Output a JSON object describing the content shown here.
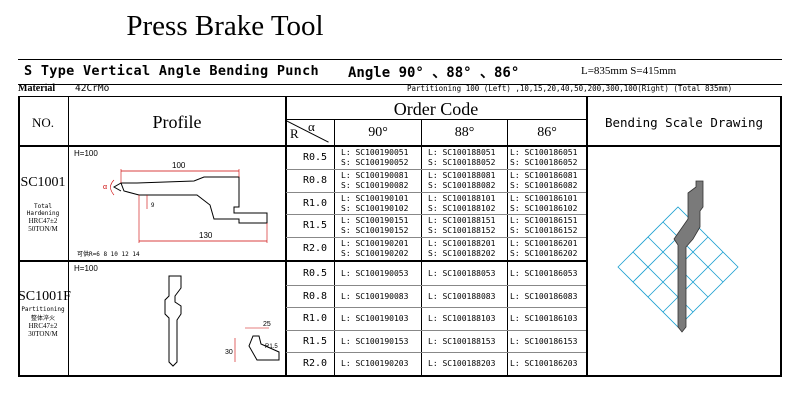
{
  "title": "Press Brake Tool",
  "subtitle": "S Type Vertical Angle Bending Punch",
  "angle_text": "Angle  90° 、88° 、86°",
  "dims": "L=835mm  S=415mm",
  "material_label": "Material",
  "material_value": "42CrMo",
  "partitioning": "Partitioning 100 (Left) ,10,15,20,40,50,200,300,100(Right)  (Total 835mm)",
  "headers": {
    "no": "NO.",
    "profile": "Profile",
    "order_code": "Order Code",
    "r": "R",
    "alpha": "α",
    "a90": "90°",
    "a88": "88°",
    "a86": "86°",
    "bending": "Bending Scale Drawing"
  },
  "tool1": {
    "id": "SC1001",
    "h": "H=100",
    "note1": "Total Hardening",
    "note2": "HRC47±2",
    "note3": "50TON/M",
    "dim_100": "100",
    "dim_130": "130",
    "dim_9": "9",
    "angle_note": "α",
    "r_note": "可供R=6 8 10 12 14",
    "rows": [
      {
        "r": "R0.5",
        "c90": [
          "L: SC100190051",
          "S: SC100190052"
        ],
        "c88": [
          "L: SC100188051",
          "S: SC100188052"
        ],
        "c86": [
          "L: SC100186051",
          "S: SC100186052"
        ]
      },
      {
        "r": "R0.8",
        "c90": [
          "L: SC100190081",
          "S: SC100190082"
        ],
        "c88": [
          "L: SC100188081",
          "S: SC100188082"
        ],
        "c86": [
          "L: SC100186081",
          "S: SC100186082"
        ]
      },
      {
        "r": "R1.0",
        "c90": [
          "L: SC100190101",
          "S: SC100190102"
        ],
        "c88": [
          "L: SC100188101",
          "S: SC100188102"
        ],
        "c86": [
          "L: SC100186101",
          "S: SC100186102"
        ]
      },
      {
        "r": "R1.5",
        "c90": [
          "L: SC100190151",
          "S: SC100190152"
        ],
        "c88": [
          "L: SC100188151",
          "S: SC100188152"
        ],
        "c86": [
          "L: SC100186151",
          "S: SC100186152"
        ]
      },
      {
        "r": "R2.0",
        "c90": [
          "L: SC100190201",
          "S: SC100190202"
        ],
        "c88": [
          "L: SC100188201",
          "S: SC100188202"
        ],
        "c86": [
          "L: SC100186201",
          "S: SC100186202"
        ]
      }
    ]
  },
  "tool2": {
    "id": "SC1001F",
    "h": "H=100",
    "note1": "Partitioning",
    "note2": "整体淬火",
    "note3": "HRC47±2",
    "note4": "30TON/M",
    "dim_25": "25",
    "dim_30": "30",
    "dim_r": "R1.5",
    "rows": [
      {
        "r": "R0.5",
        "c90": "L: SC100190053",
        "c88": "L: SC100188053",
        "c86": "L: SC100186053"
      },
      {
        "r": "R0.8",
        "c90": "L: SC100190083",
        "c88": "L: SC100188083",
        "c86": "L: SC100186083"
      },
      {
        "r": "R1.0",
        "c90": "L: SC100190103",
        "c88": "L: SC100188103",
        "c86": "L: SC100186103"
      },
      {
        "r": "R1.5",
        "c90": "L: SC100190153",
        "c88": "L: SC100188153",
        "c86": "L: SC100186153"
      },
      {
        "r": "R2.0",
        "c90": "L: SC100190203",
        "c88": "L: SC100188203",
        "c86": "L: SC100186203"
      }
    ]
  }
}
